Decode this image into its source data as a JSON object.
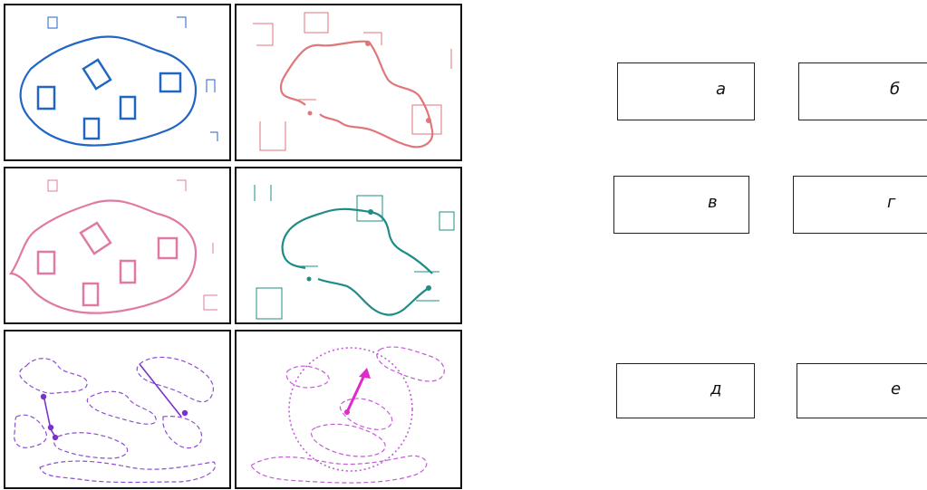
{
  "labels": {
    "a": "а",
    "b": "б",
    "v": "в",
    "g": "г",
    "d": "д",
    "e": "е"
  },
  "colors": {
    "panel_1": "#2266c4",
    "panel_2": "#e0767a",
    "panel_3": "#e07aa4",
    "panel_4": "#1f8c85",
    "panel_5": "#8b4fd0",
    "panel_6": "#c35cd6",
    "panel_6_arrow": "#e02ad0"
  }
}
